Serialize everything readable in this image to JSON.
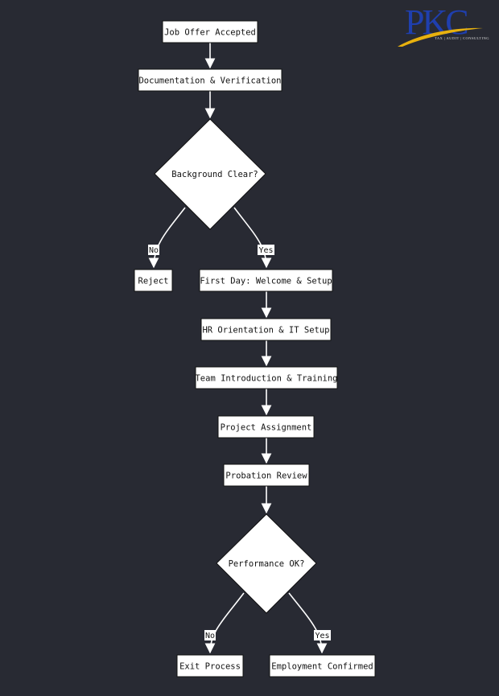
{
  "logo": {
    "text": "PKC",
    "tagline": "TAX | AUDIT | CONSULTING",
    "blue": "#1f3fae",
    "gold": "#e8b10e"
  },
  "colors": {
    "background": "#282a33",
    "node_fill": "#ffffff",
    "node_stroke": "#111111",
    "edge": "#ffffff"
  },
  "nodes": {
    "job_offer": "Job Offer Accepted",
    "documentation": "Documentation & Verification",
    "background_clear": "Background Clear?",
    "reject": "Reject",
    "first_day": "First Day: Welcome & Setup",
    "hr_orientation": "HR Orientation & IT Setup",
    "team_intro": "Team Introduction & Training",
    "project_assignment": "Project Assignment",
    "probation_review": "Probation Review",
    "performance_ok": "Performance OK?",
    "exit_process": "Exit Process",
    "employment_confirmed": "Employment Confirmed"
  },
  "edge_labels": {
    "bg_no": "No",
    "bg_yes": "Yes",
    "perf_no": "No",
    "perf_yes": "Yes"
  }
}
